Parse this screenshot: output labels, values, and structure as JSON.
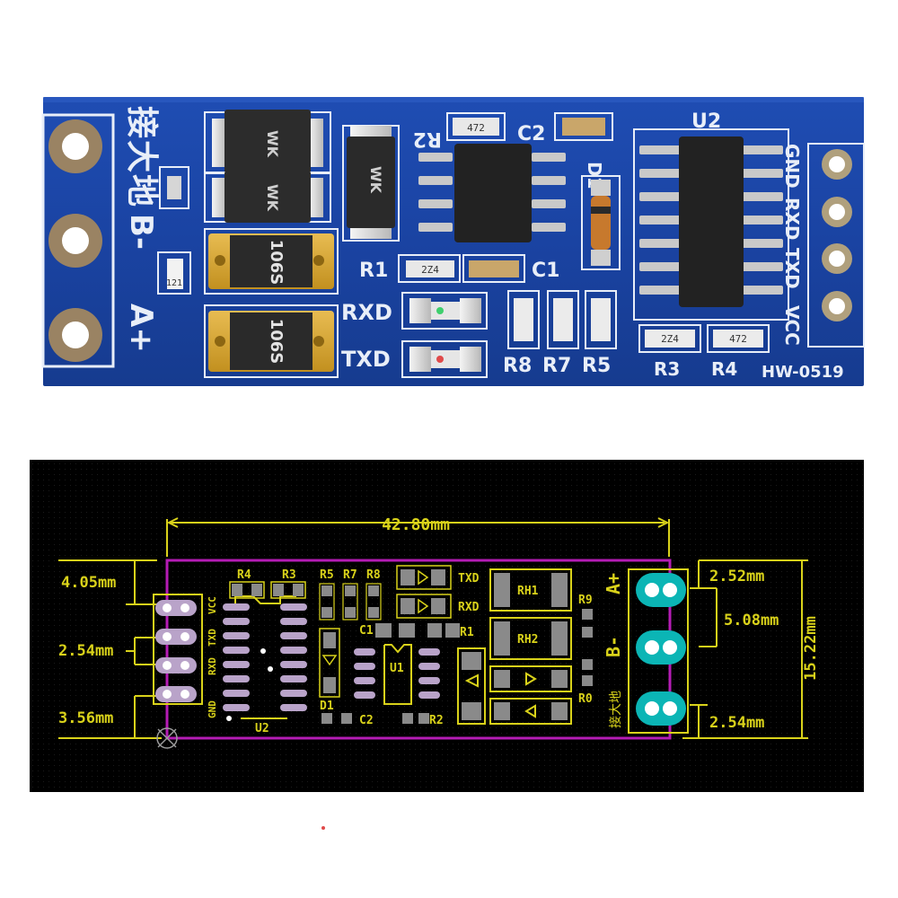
{
  "photo": {
    "connector_left": {
      "labels": [
        "B-",
        "A+"
      ],
      "chinese": "接大地"
    },
    "tvs_marking": "WK",
    "ptc_marking": "106S",
    "silk": {
      "r2": "R2",
      "c2": "C2",
      "r1": "R1",
      "c1": "C1",
      "d1": "D1",
      "u2": "U2",
      "rxd_led": "RXD",
      "txd_led": "TXD",
      "r8": "R8",
      "r7": "R7",
      "r5": "R5",
      "r3": "R3",
      "r4": "R4",
      "model": "HW-0519"
    },
    "resistor_codes": {
      "r2": "472",
      "r1": "2Z4",
      "r3": "2Z4",
      "r4": "472"
    },
    "pin_labels": [
      "GND",
      "RXD",
      "TXD",
      "VCC"
    ]
  },
  "layout": {
    "dimensions": {
      "overall_width": "42.80mm",
      "overall_height": "15.22mm",
      "left_top_offset": "4.05mm",
      "left_pin_pitch": "2.54mm",
      "left_bottom_offset": "3.56mm",
      "right_top_offset": "2.52mm",
      "right_pin_pitch": "5.08mm",
      "right_bottom_offset": "2.54mm"
    },
    "pin_labels": [
      "GND",
      "RXD",
      "TXD",
      "VCC"
    ],
    "terminal_labels": [
      "B-",
      "A+"
    ],
    "chinese": "接大地",
    "refs": {
      "r4": "R4",
      "r3": "R3",
      "r5": "R5",
      "r7": "R7",
      "r8": "R8",
      "txd": "TXD",
      "rxd": "RXD",
      "c1": "C1",
      "r1": "R1",
      "u1": "U1",
      "u2": "U2",
      "d1": "D1",
      "c2": "C2",
      "r2": "R2",
      "rh1": "RH1",
      "rh2": "RH2",
      "r9": "R9",
      "r0": "R0"
    }
  },
  "colors": {
    "board_blue": "#1d47a8",
    "silkscreen": "#e8eef8",
    "pcb_background": "#000000",
    "dimension_yellow": "#d9d21a",
    "outline_magenta": "#b51cb5",
    "pad_gray": "#8a8a8a",
    "pad_lavender": "#b9a3c9",
    "through_hole_cyan": "#0bb5b5"
  }
}
